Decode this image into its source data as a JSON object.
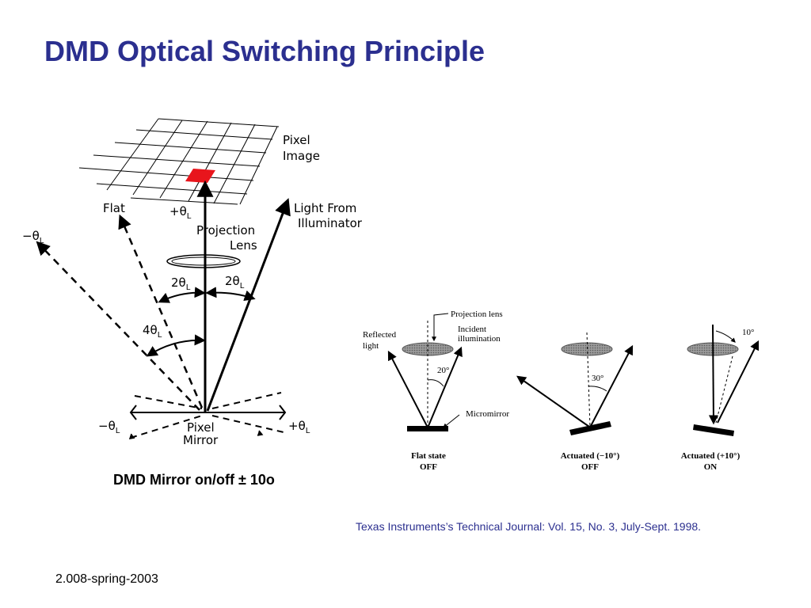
{
  "slide": {
    "title": "DMD Optical Switching Principle",
    "caption": "DMD Mirror on/off ± 10o",
    "reference": "Texas Instruments’s Technical Journal: Vol. 15, No. 3, July-Sept. 1998.",
    "footer": "2.008-spring-2003"
  },
  "left_diagram": {
    "pixel_image": [
      "Pixel",
      "Image"
    ],
    "flat": "Flat",
    "plus_theta_top": "+θ",
    "light_from": [
      "Light From",
      "Illuminator"
    ],
    "projection_lens": [
      "Projection",
      "Lens"
    ],
    "minus_theta_left": "−θ",
    "two_theta_left": "2θ",
    "two_theta_right": "2θ",
    "four_theta": "4θ",
    "minus_theta_bottom": "−θ",
    "plus_theta_bottom": "+θ",
    "pixel_mirror": [
      "Pixel",
      "Mirror"
    ],
    "subscript": "L",
    "highlight_color": "#e8151c"
  },
  "right_diagram": {
    "projection_lens": "Projection lens",
    "reflected_light": [
      "Reflected",
      "light"
    ],
    "incident_illumination": [
      "Incident",
      "illumination"
    ],
    "angle_20": "20°",
    "micromirror": "Micromirror",
    "angle_30": "30°",
    "angle_10": "10°",
    "states": [
      {
        "line1": "Flat state",
        "line2": "OFF"
      },
      {
        "line1": "Actuated (−10°)",
        "line2": "OFF"
      },
      {
        "line1": "Actuated (+10°)",
        "line2": "ON"
      }
    ]
  }
}
